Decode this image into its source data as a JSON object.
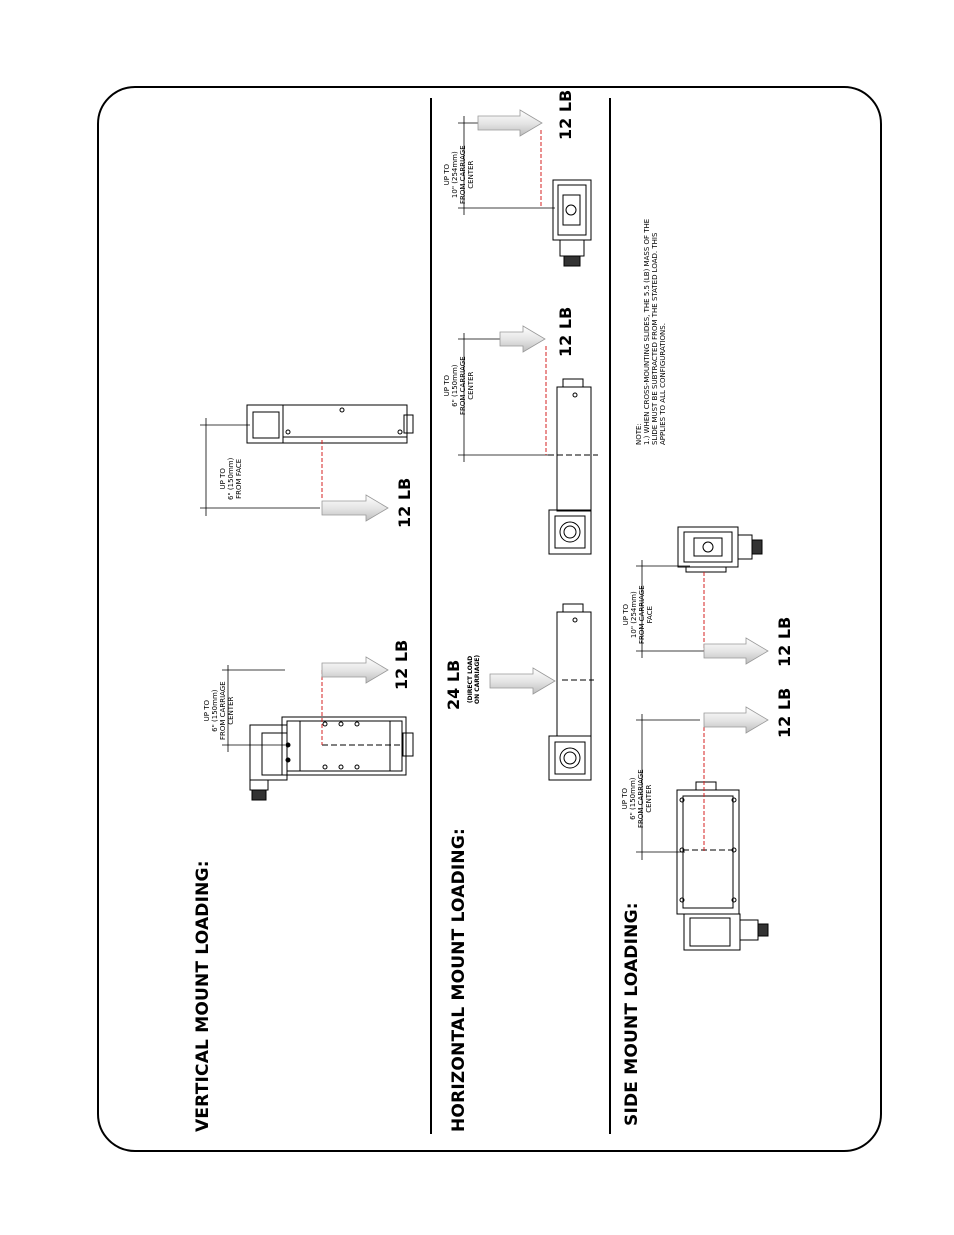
{
  "sections": {
    "vertical": {
      "title": "VERTICAL MOUNT LOADING:"
    },
    "horizontal": {
      "title": "HORIZONTAL MOUNT LOADING:"
    },
    "side": {
      "title": "SIDE MOUNT LOADING:"
    }
  },
  "loads": {
    "v1": "12 LB",
    "v2": "12 LB",
    "h1": "24 LB",
    "h1_note": [
      "(DIRECT LOAD",
      "ON CARRIAGE)"
    ],
    "h2": "12 LB",
    "h3": "12 LB",
    "s1": "12 LB",
    "s2": "12 LB"
  },
  "dims": {
    "v1": [
      "UP TO",
      "6\" (150mm)",
      "FROM CARRIAGE",
      "CENTER"
    ],
    "v2": [
      "UP TO",
      "6\" (150mm)",
      "FROM FACE"
    ],
    "h2": [
      "UP TO",
      "6\" (150mm)",
      "FROM CARRIAGE",
      "CENTER"
    ],
    "h3": [
      "UP TO",
      "10\" (254mm)",
      "FROM CARRIAGE",
      "CENTER"
    ],
    "s1": [
      "UP TO",
      "6\" (150mm)",
      "FROM CARRIAGE",
      "CENTER"
    ],
    "s2": [
      "UP TO",
      "10\" (254mm)",
      "FROM CARRIAGE",
      "FACE"
    ]
  },
  "note": [
    "NOTE:",
    "1.) WHEN CROSS-MOUNTING SLIDES, THE 5.5 (LB) MASS OF THE",
    "SLIDE MUST BE SUBTRACTED FROM THE STATED LOAD. THIS",
    "APPLIES TO ALL CONFIGURATIONS."
  ],
  "colors": {
    "load_line": "#d42020",
    "arrow_fill": "#dcdcdc"
  }
}
